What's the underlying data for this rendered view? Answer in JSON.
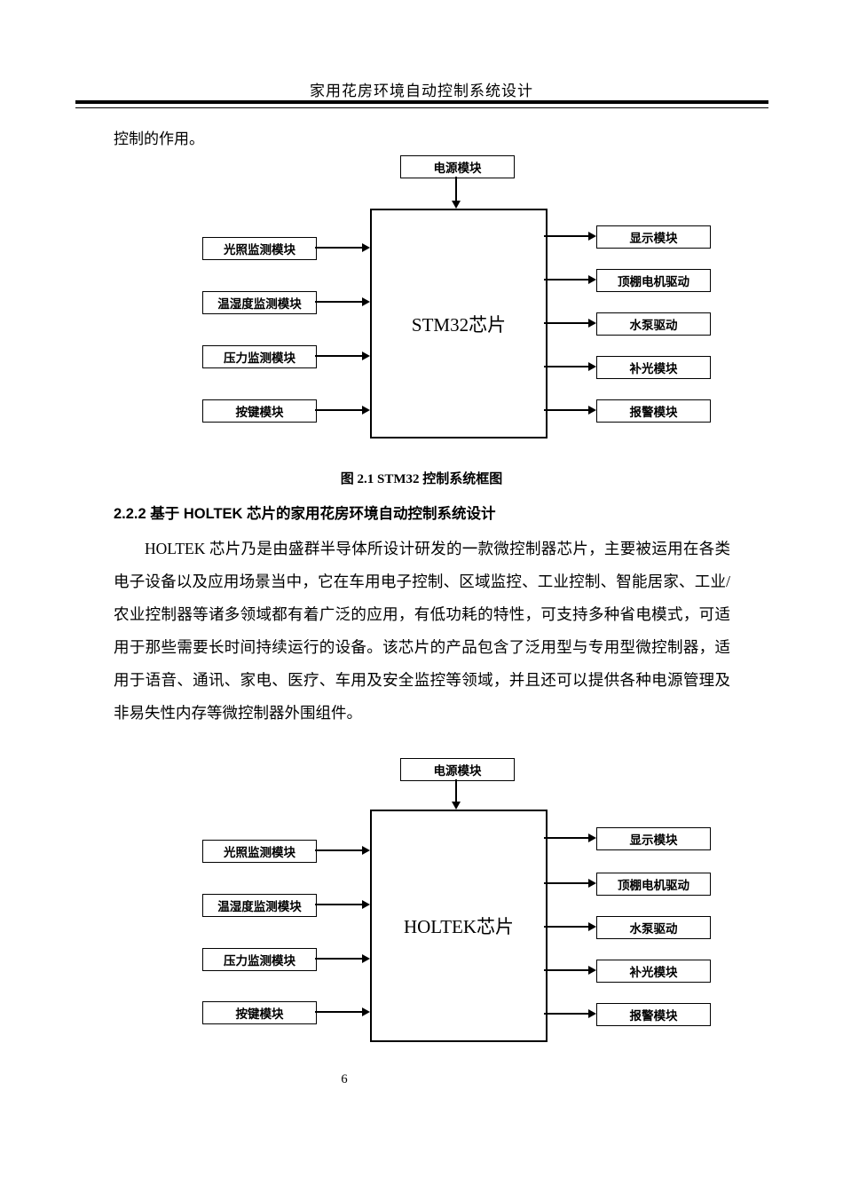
{
  "header": {
    "title": "家用花房环境自动控制系统设计"
  },
  "intro_text": "控制的作用。",
  "diagram_stm32": {
    "power_label": "电源模块",
    "chip_label": "STM32芯片",
    "inputs": [
      "光照监测模块",
      "温湿度监测模块",
      "压力监测模块",
      "按键模块"
    ],
    "outputs": [
      "显示模块",
      "顶棚电机驱动",
      "水泵驱动",
      "补光模块",
      "报警模块"
    ],
    "caption": "图 2.1 STM32 控制系统框图"
  },
  "section_heading": "2.2.2 基于 HOLTEK 芯片的家用花房环境自动控制系统设计",
  "paragraph": "HOLTEK 芯片乃是由盛群半导体所设计研发的一款微控制器芯片，主要被运用在各类电子设备以及应用场景当中，它在车用电子控制、区域监控、工业控制、智能居家、工业/农业控制器等诸多领域都有着广泛的应用，有低功耗的特性，可支持多种省电模式，可适用于那些需要长时间持续运行的设备。该芯片的产品包含了泛用型与专用型微控制器，适用于语音、通讯、家电、医疗、车用及安全监控等领域，并且还可以提供各种电源管理及非易失性内存等微控制器外围组件。",
  "diagram_holtek": {
    "power_label": "电源模块",
    "chip_label": "HOLTEK芯片",
    "inputs": [
      "光照监测模块",
      "温湿度监测模块",
      "压力监测模块",
      "按键模块"
    ],
    "outputs": [
      "显示模块",
      "顶棚电机驱动",
      "水泵驱动",
      "补光模块",
      "报警模块"
    ]
  },
  "page_number": "6"
}
